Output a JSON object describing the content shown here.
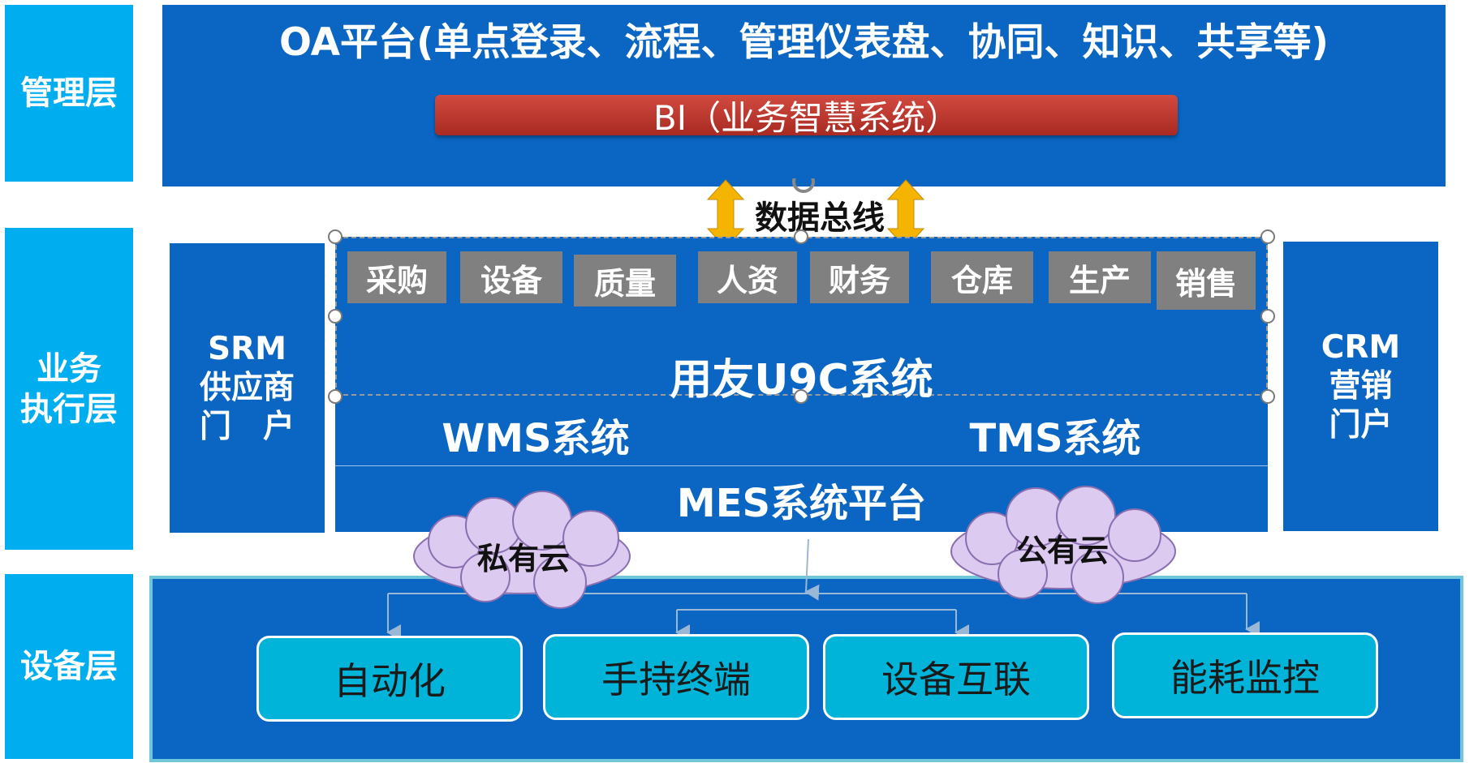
{
  "layers": {
    "management": "管理层",
    "business": "业务\n执行层",
    "equipment": "设备层"
  },
  "oa_title": "OA平台(单点登录、流程、管理仪表盘、协同、知识、共享等)",
  "bi_label": "BI（业务智慧系统）",
  "data_bus": "数据总线",
  "srm": "SRM\n供应商\n门　户",
  "crm": "CRM\n营销\n门户",
  "modules": [
    "采购",
    "设备",
    "质量",
    "人资",
    "财务",
    "仓库",
    "生产",
    "销售"
  ],
  "u9c": "用友U9C系统",
  "wms": "WMS系统",
  "tms": "TMS系统",
  "mes": "MES系统平台",
  "clouds": {
    "private": "私有云",
    "public": "公有云"
  },
  "devices": [
    "自动化",
    "手持终端",
    "设备互联",
    "能耗监控"
  ],
  "colors": {
    "layer_label": "#00aeef",
    "panel": "#0a66c2",
    "bi_bar": "#c0392b",
    "module": "#808080",
    "device": "#00b3d8",
    "arrow": "#f5b400",
    "cloud": "#d9c7ef"
  }
}
